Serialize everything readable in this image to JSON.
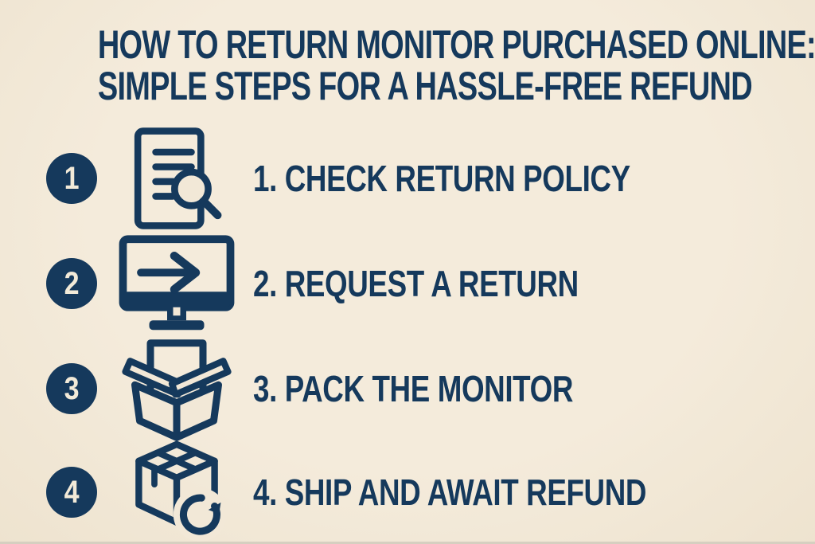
{
  "title": {
    "line1": "HOW TO RETURN MONITOR PURCHASED ONLINE:",
    "line2": "SIMPLE STEPS FOR A HASSLE-FREE REFUND"
  },
  "steps": [
    {
      "number": "1",
      "label": "1. CHECK RETURN POLICY",
      "icon": "document-search-icon"
    },
    {
      "number": "2",
      "label": "2. REQUEST A RETURN",
      "icon": "monitor-arrow-icon"
    },
    {
      "number": "3",
      "label": "3. PACK THE MONITOR",
      "icon": "open-box-icon"
    },
    {
      "number": "4",
      "label": "4. SHIP AND AWAIT REFUND",
      "icon": "box-refresh-icon"
    }
  ],
  "colors": {
    "background": "#f2e8d7",
    "accent_navy": "#15395c",
    "badge_number": "#f2ead8"
  }
}
